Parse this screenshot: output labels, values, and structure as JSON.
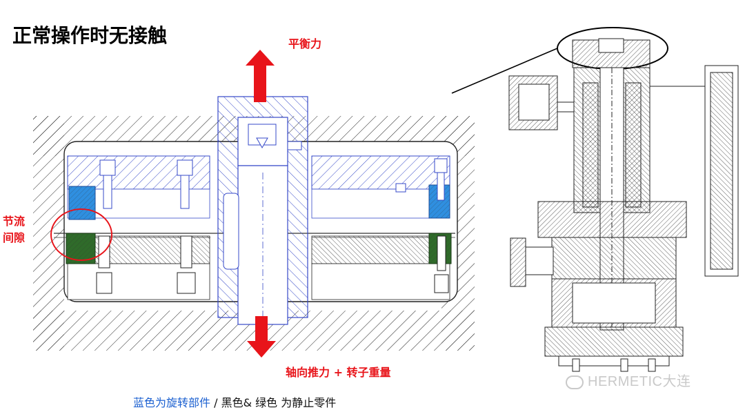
{
  "title": "正常操作时无接触",
  "labels": {
    "balance_force": "平衡力",
    "throttle_gap_line1": "节流",
    "throttle_gap_line2": "间隙",
    "axial_thrust": "轴向推力 + 转子重量"
  },
  "caption": {
    "rotating": "蓝色为旋转部件",
    "sep": " / ",
    "static": "黑色& 绿色 为静止零件"
  },
  "watermark": "HERMETIC大连",
  "colors": {
    "arrow": "#e8141a",
    "rotating": "#2f8fe0",
    "static_green": "#2f6b2a",
    "outline_blue": "#3548c8"
  }
}
